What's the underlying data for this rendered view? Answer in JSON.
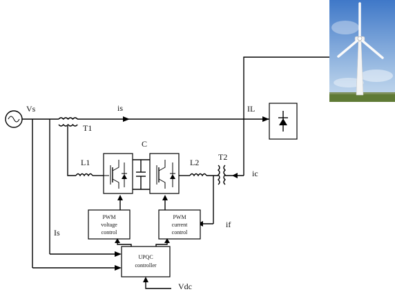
{
  "labels": {
    "vs": "Vs",
    "is": "is",
    "il": "IL",
    "t1": "T1",
    "t2": "T2",
    "c": "C",
    "l1": "L1",
    "l2": "L2",
    "ic": "ic",
    "if": "if",
    "Is": "Is",
    "vdc": "Vdc"
  },
  "blocks": {
    "pwm_voltage": [
      "PWM",
      "voltage",
      "control"
    ],
    "pwm_current": [
      "PWM",
      "current",
      "control"
    ],
    "upqc": [
      "UPQC",
      "controller"
    ]
  },
  "icons": {
    "source": "ac-source-icon",
    "load": "rectifier-diode-icon",
    "photo": "wind-turbine-photo",
    "inverters": "igbt-inverter-icon"
  },
  "colors": {
    "sky_top": "#3f78c8",
    "sky_bottom": "#b9d2ea",
    "ground": "#5f7a35",
    "ink": "#000000"
  }
}
